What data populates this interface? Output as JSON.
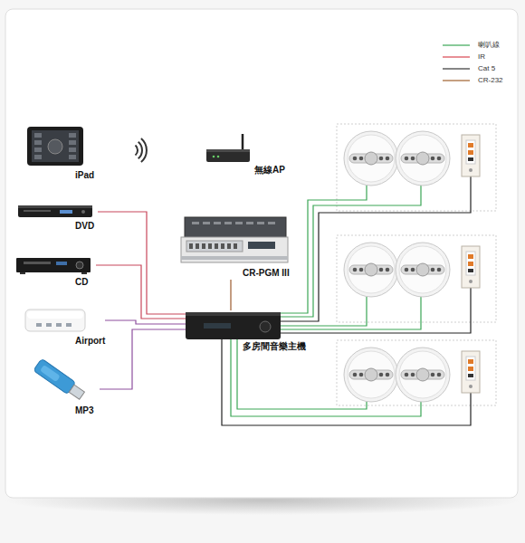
{
  "diagram": {
    "nodes": [
      {
        "text": [
          "iPad"
        ]
      },
      {
        "text": [
          "無線AP"
        ]
      },
      {
        "text": [
          "DVD"
        ]
      },
      {
        "text": [
          "CR-PGM III"
        ]
      },
      {
        "text": [
          "CD"
        ]
      },
      {
        "text": [
          "Airport"
        ]
      },
      {
        "text": [
          "多房間音樂主機"
        ]
      },
      {
        "text": [
          "MP3"
        ]
      }
    ],
    "edges": [
      {
        "from": 2,
        "to": 6,
        "arrow": "none"
      },
      {
        "from": 3,
        "to": 6,
        "arrow": "none"
      },
      {
        "from": 4,
        "to": 6,
        "arrow": "none"
      },
      {
        "from": 5,
        "to": 6,
        "arrow": "none"
      },
      {
        "from": 7,
        "to": 6,
        "arrow": "none"
      }
    ],
    "legend": [
      {
        "text": "喇叭線"
      },
      {
        "text": "IR"
      },
      {
        "text": "Cat 5"
      },
      {
        "text": "CR-232"
      }
    ]
  }
}
